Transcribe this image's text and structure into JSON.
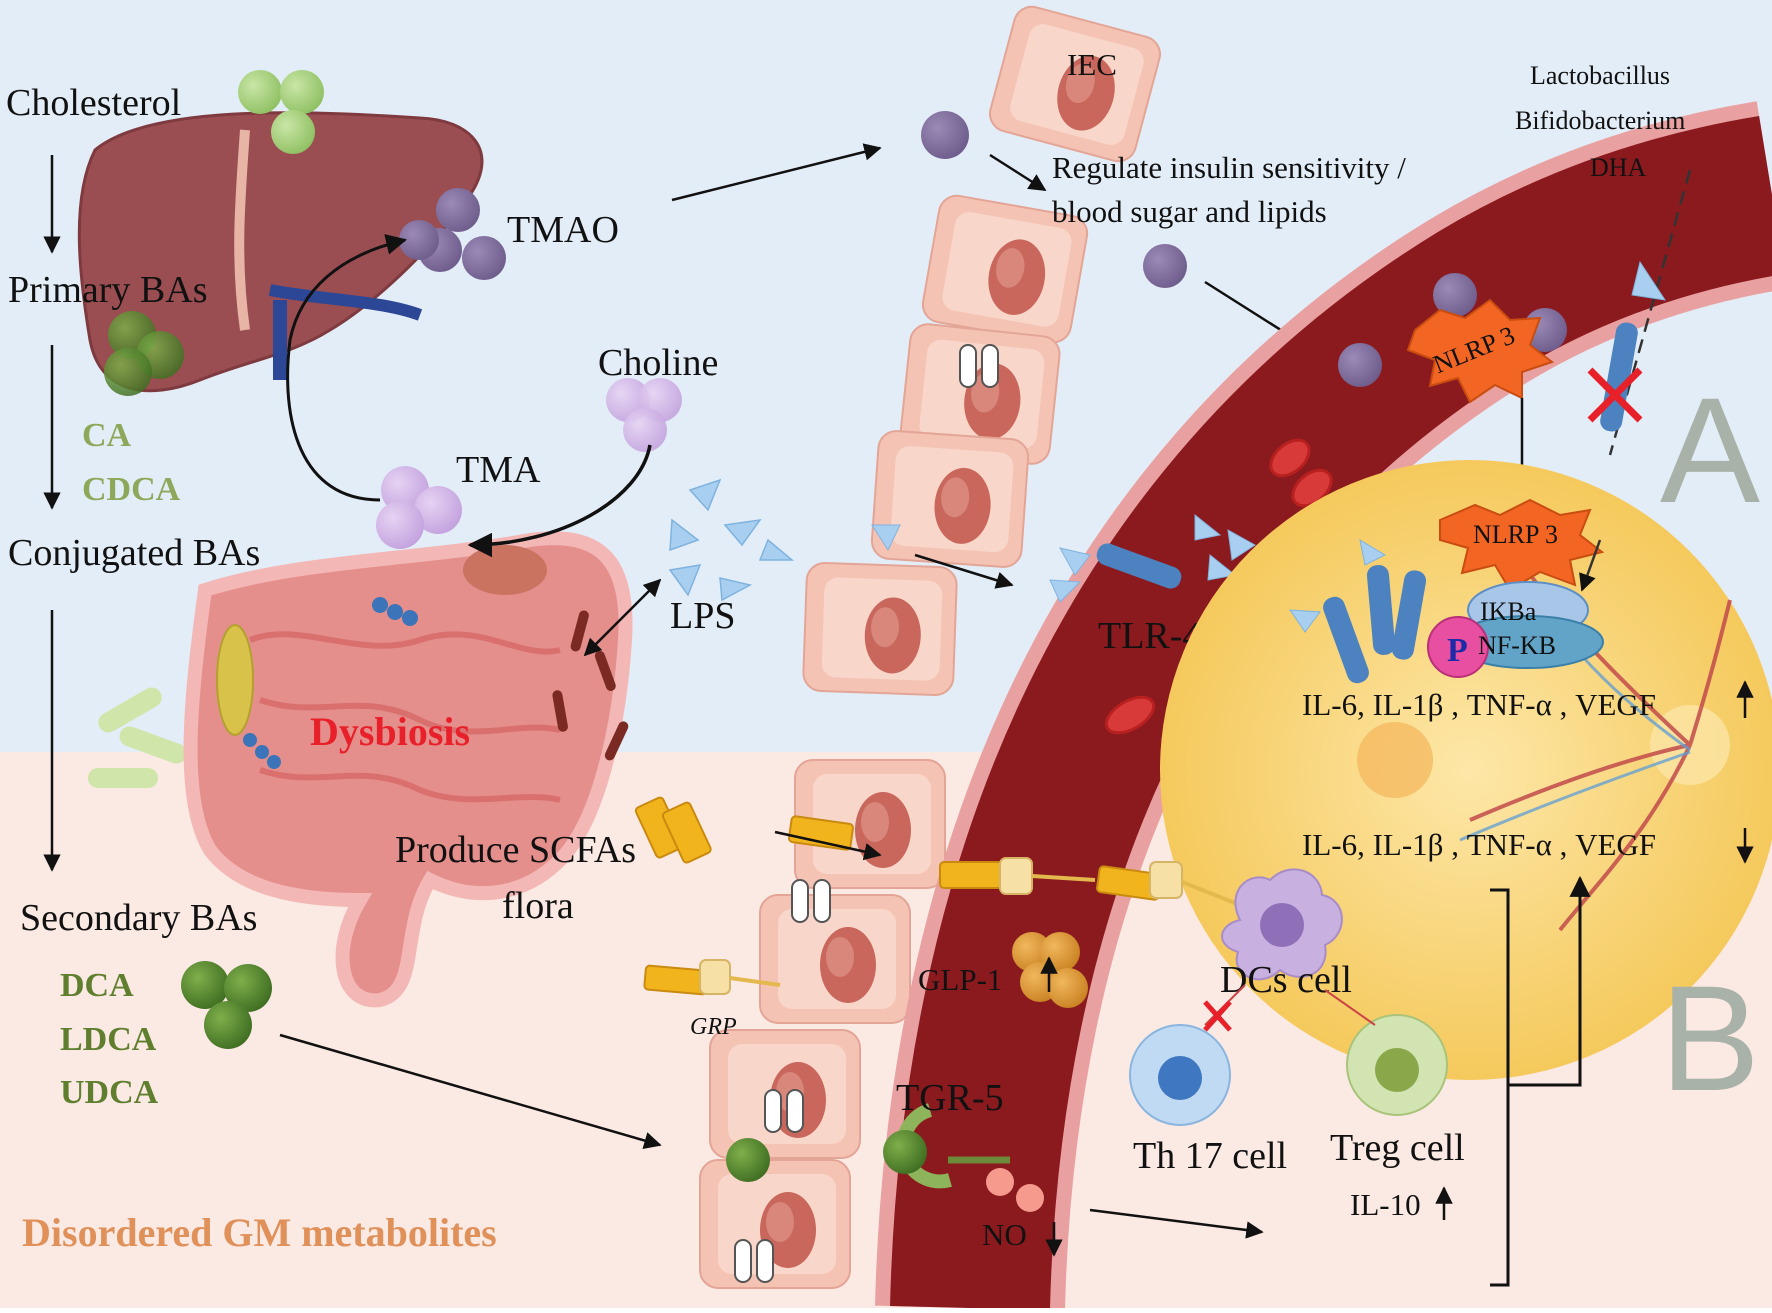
{
  "labels": {
    "cholesterol": "Cholesterol",
    "primary_bas": "Primary BAs",
    "conjugated_bas": "Conjugated BAs",
    "secondary_bas": "Secondary BAs",
    "ca": "CA",
    "cdca": "CDCA",
    "dca": "DCA",
    "ldca": "LDCA",
    "udca": "UDCA",
    "tmao": "TMAO",
    "choline": "Choline",
    "tma": "TMA",
    "lps": "LPS",
    "dysbiosis": "Dysbiosis",
    "produce_scfas": "Produce SCFAs",
    "flora": "flora",
    "grp": "GRP",
    "glp1": "GLP-1",
    "tgr5": "TGR-5",
    "no": "NO",
    "iec": "IEC",
    "regulate_1": "Regulate insulin sensitivity /",
    "regulate_2": "blood sugar and lipids",
    "lactobacillus": "Lactobacillus",
    "bifidobacterium": "Bifidobacterium",
    "dha": "DHA",
    "nlrp3_top": "NLRP 3",
    "nlrp3_inner": "NLRP 3",
    "tlr4": "TLR-4",
    "ikba": "IKBa",
    "nfkb": "NF-KB",
    "p": "P",
    "cytokines_up": "IL-6, IL-1β , TNF-α , VEGF",
    "cytokines_down": "IL-6, IL-1β , TNF-α , VEGF",
    "dcs_cell": "DCs cell",
    "th17_cell": "Th 17 cell",
    "treg_cell": "Treg cell",
    "il10": "IL-10",
    "disordered": "Disordered GM metabolites",
    "panel_a": "A",
    "panel_b": "B"
  },
  "colors": {
    "top_background": "#e3edf7",
    "bottom_background": "#fbe9e3",
    "vessel": "#8b1a1f",
    "vessel_wall": "#e9a0a0",
    "intestine": "#e58f8d",
    "retina": "#f7d27a",
    "dysbiosis_text": "#e8202a",
    "green_text": "#8da85a",
    "dark_green_text": "#5f7f2e",
    "disordered_text": "#e0915a",
    "purple_metabolite": "#7e6b9b",
    "lps_triangle": "#a9cff0",
    "nlrp3_burst": "#f26522",
    "panel_letter": "#a9b2a8"
  }
}
